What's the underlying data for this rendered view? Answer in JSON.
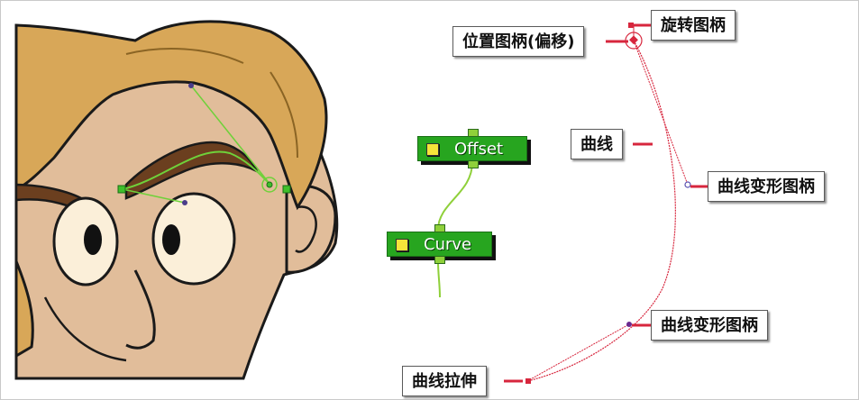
{
  "callouts": {
    "rotation_handle": "旋转图柄",
    "position_handle": "位置图柄(偏移)",
    "curve": "曲线",
    "deform_handle_upper": "曲线变形图柄",
    "deform_handle_lower": "曲线变形图柄",
    "curve_stretch": "曲线拉伸"
  },
  "nodes": {
    "offset_label": "Offset",
    "curve_label": "Curve"
  },
  "colors": {
    "curve_line": "#d7263d",
    "node_green": "#27a51f",
    "port_green": "#8fd03a",
    "deformer_green": "#6fd13a",
    "hair": "#d8a758",
    "skin": "#e1bd9a"
  }
}
